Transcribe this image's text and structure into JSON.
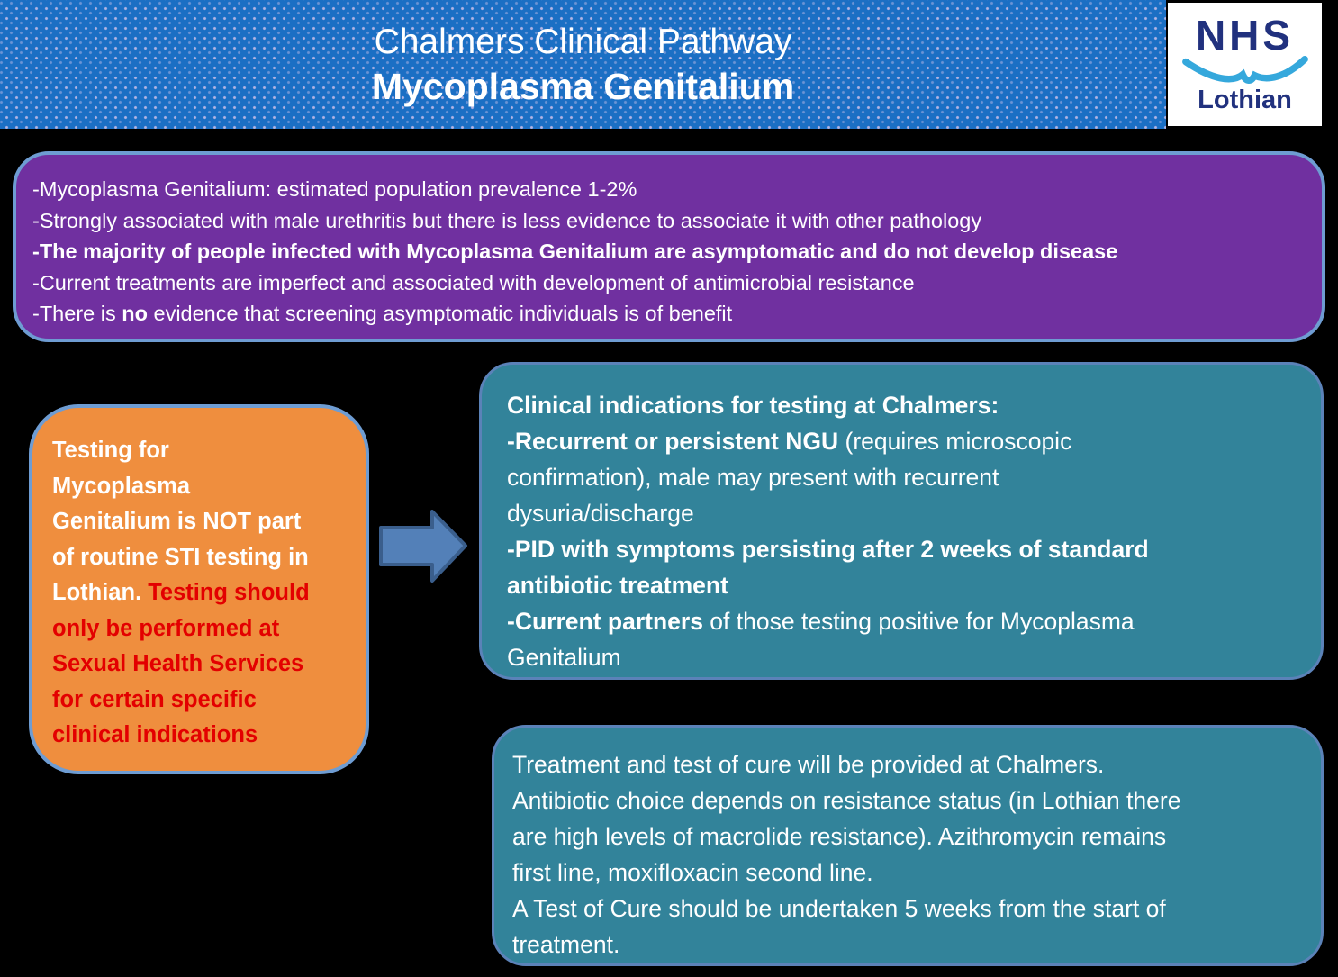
{
  "header": {
    "title_line1": "Chalmers Clinical Pathway",
    "title_line2": "Mycoplasma Genitalium",
    "logo_text": "NHS",
    "logo_region": "Lothian"
  },
  "colors": {
    "header_blue": "#1B6FC4",
    "header_dots": "#CEC0E9",
    "purple_box": "#7030A0",
    "orange_box": "#EF8E3E",
    "teal_box": "#32839A",
    "light_blue_border": "#6E9CD2",
    "teal_border": "#5B82B8",
    "arrow_fill": "#5380B8",
    "arrow_border": "#3A5E8C",
    "red_text": "#E30000",
    "nhs_navy": "#21317E",
    "nhs_cyan": "#35A8DC",
    "background": "#000000"
  },
  "summary_box": {
    "lines": [
      [
        {
          "t": "-Mycoplasma Genitalium: estimated population prevalence 1-2%"
        }
      ],
      [
        {
          "t": "-Strongly associated with male urethritis but there is less evidence to associate it with other pathology"
        }
      ],
      [
        {
          "t": "-The majority of people infected with Mycoplasma Genitalium are asymptomatic and do not develop disease",
          "b": true
        }
      ],
      [
        {
          "t": "-Current treatments are imperfect and associated with development of antimicrobial resistance"
        }
      ],
      [
        {
          "t": "-There is "
        },
        {
          "t": "no",
          "b": true
        },
        {
          "t": " evidence that screening asymptomatic individuals is of benefit"
        }
      ]
    ]
  },
  "testing_box": {
    "lines": [
      [
        {
          "t": "Testing for"
        }
      ],
      [
        {
          "t": "Mycoplasma"
        }
      ],
      [
        {
          "t": "Genitalium is NOT part"
        }
      ],
      [
        {
          "t": "of routine STI testing in"
        }
      ],
      [
        {
          "t": "Lothian. "
        },
        {
          "t": "Testing should",
          "c": "#E30000"
        }
      ],
      [
        {
          "t": "only be performed at",
          "c": "#E30000"
        }
      ],
      [
        {
          "t": "Sexual Health Services",
          "c": "#E30000"
        }
      ],
      [
        {
          "t": "for certain specific",
          "c": "#E30000"
        }
      ],
      [
        {
          "t": "clinical indications",
          "c": "#E30000"
        }
      ]
    ]
  },
  "indications_box": {
    "lines": [
      [
        {
          "t": "Clinical indications for testing at Chalmers:",
          "b": true
        }
      ],
      [
        {
          "t": "-Recurrent or persistent NGU",
          "b": true
        },
        {
          "t": " (requires microscopic"
        }
      ],
      [
        {
          "t": "confirmation), male may present with recurrent"
        }
      ],
      [
        {
          "t": "dysuria/discharge"
        }
      ],
      [
        {
          "t": "-PID with symptoms persisting after 2 weeks of standard",
          "b": true
        }
      ],
      [
        {
          "t": "antibiotic treatment",
          "b": true
        }
      ],
      [
        {
          "t": "-Current partners",
          "b": true
        },
        {
          "t": " of those testing positive for Mycoplasma"
        }
      ],
      [
        {
          "t": "Genitalium"
        }
      ]
    ]
  },
  "treatment_box": {
    "lines": [
      [
        {
          "t": "Treatment and test of cure will be provided at Chalmers."
        }
      ],
      [
        {
          "t": "Antibiotic choice depends on resistance status (in Lothian there"
        }
      ],
      [
        {
          "t": "are high levels of macrolide resistance). Azithromycin remains"
        }
      ],
      [
        {
          "t": "first line, moxifloxacin second line."
        }
      ],
      [
        {
          "t": "A Test of Cure should be undertaken 5 weeks from the start of"
        }
      ],
      [
        {
          "t": "treatment."
        }
      ]
    ]
  }
}
